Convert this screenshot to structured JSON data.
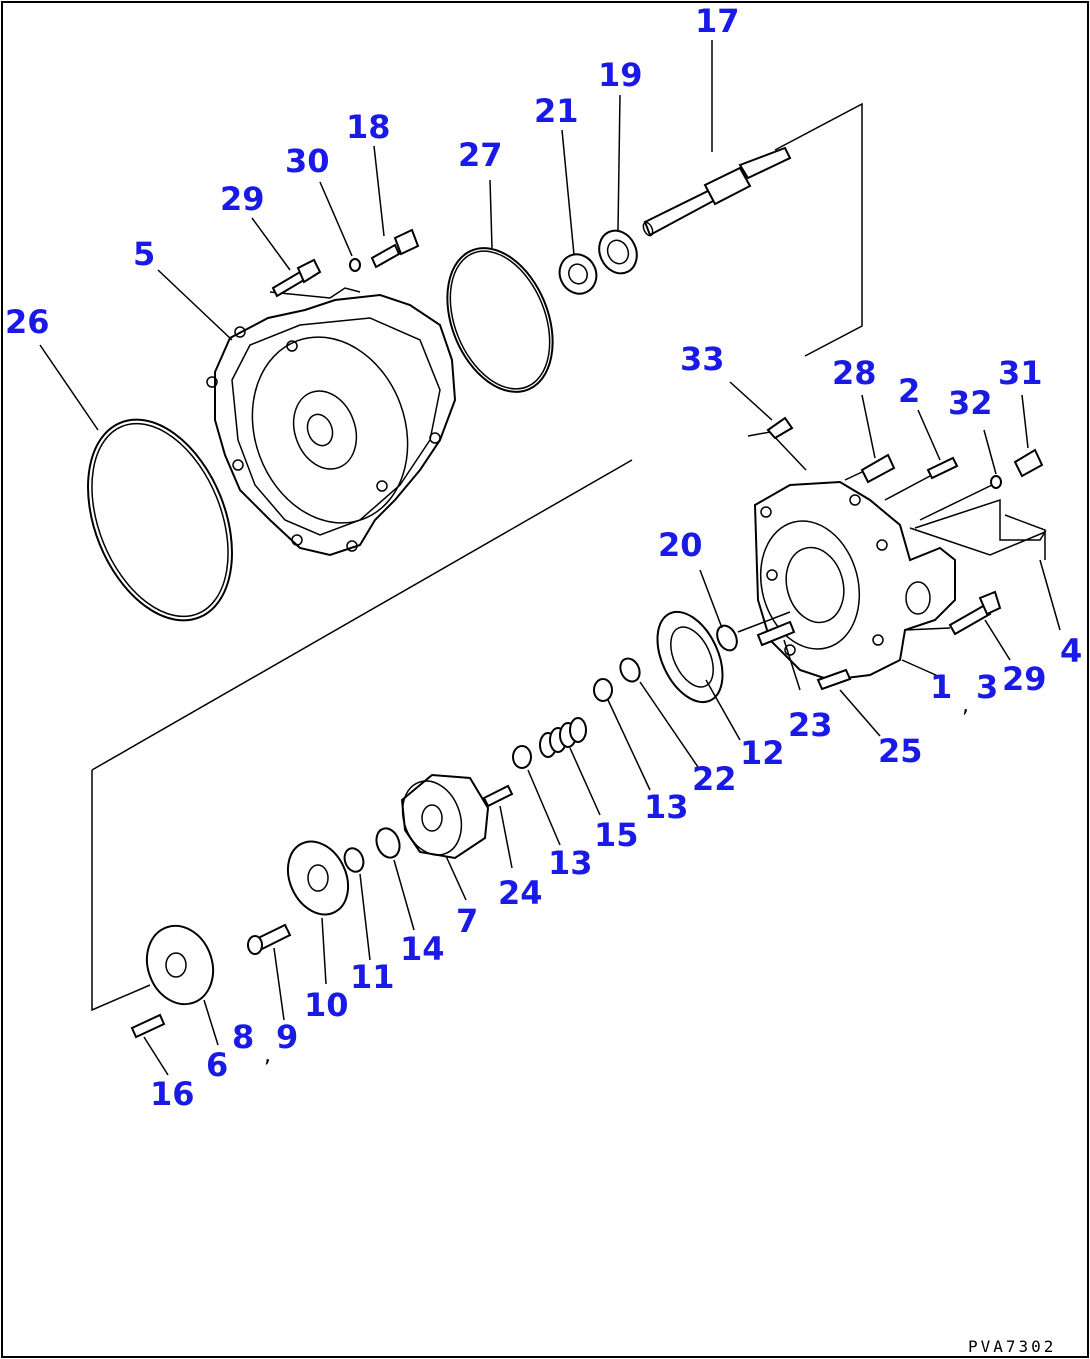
{
  "drawing_code": "PVA7302",
  "separator": ",",
  "callouts": {
    "c1": "1",
    "c2": "2",
    "c3": "3",
    "c4": "4",
    "c5": "5",
    "c6": "6",
    "c7": "7",
    "c8": "8",
    "c9": "9",
    "c10": "10",
    "c11": "11",
    "c12": "12",
    "c13a": "13",
    "c13b": "13",
    "c14": "14",
    "c15": "15",
    "c16": "16",
    "c17": "17",
    "c18": "18",
    "c19": "19",
    "c20": "20",
    "c21": "21",
    "c22": "22",
    "c23": "23",
    "c24": "24",
    "c25": "25",
    "c26": "26",
    "c27": "27",
    "c28": "28",
    "c29a": "29",
    "c29b": "29",
    "c30": "30",
    "c31": "31",
    "c32": "32",
    "c33": "33"
  },
  "colors": {
    "callout": "#1a1ae6",
    "line": "#000000",
    "background": "#ffffff"
  }
}
